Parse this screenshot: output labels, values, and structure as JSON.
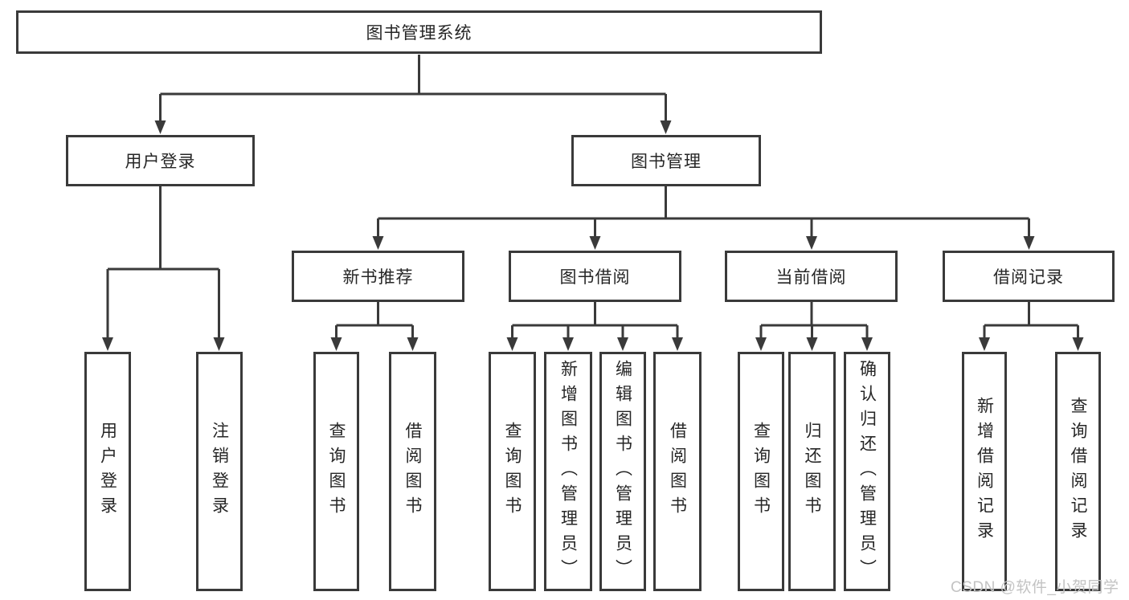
{
  "tree": {
    "label": "图书管理系统",
    "children": [
      {
        "label": "用户登录",
        "children": [
          {
            "label": "用户登录"
          },
          {
            "label": "注销登录"
          }
        ]
      },
      {
        "label": "图书管理",
        "children": [
          {
            "label": "新书推荐",
            "children": [
              {
                "label": "查询图书"
              },
              {
                "label": "借阅图书"
              }
            ]
          },
          {
            "label": "图书借阅",
            "children": [
              {
                "label": "查询图书"
              },
              {
                "label": "新增图书（管理员）"
              },
              {
                "label": "编辑图书（管理员）"
              },
              {
                "label": "借阅图书"
              }
            ]
          },
          {
            "label": "当前借阅",
            "children": [
              {
                "label": "查询图书"
              },
              {
                "label": "归还图书"
              },
              {
                "label": "确认归还（管理员）"
              }
            ]
          },
          {
            "label": "借阅记录",
            "children": [
              {
                "label": "新增借阅记录"
              },
              {
                "label": "查询借阅记录"
              }
            ]
          }
        ]
      }
    ]
  },
  "watermark": {
    "text": "CSDN @软件_小贺同学"
  },
  "colors": {
    "line": "#3a3a3a",
    "border": "#3a3a3a",
    "text": "#262626",
    "watermark": "#c3c3c3",
    "background": "#ffffff"
  }
}
